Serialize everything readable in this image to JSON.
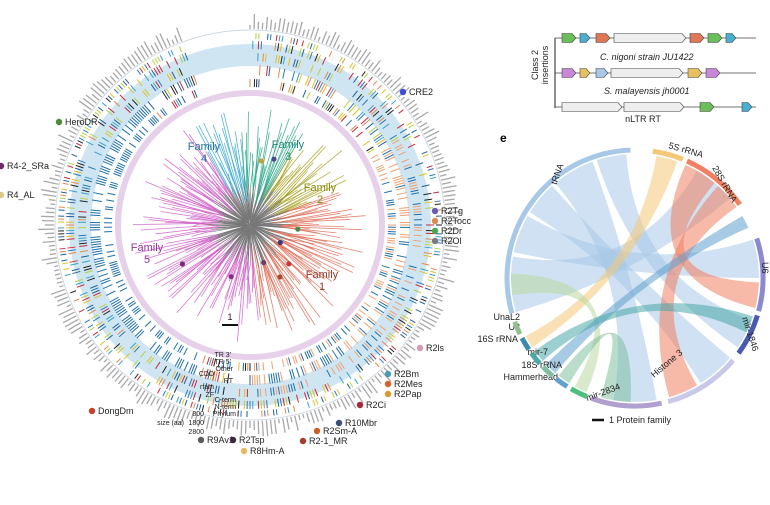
{
  "left_panel": {
    "families": [
      {
        "label": "Family\n4",
        "color": "#1d6fa0"
      },
      {
        "label": "Family\n3",
        "color": "#1a8a72"
      },
      {
        "label": "Family\n2",
        "color": "#8a8a10"
      },
      {
        "label": "Family\n5",
        "color": "#9a2f9a"
      },
      {
        "label": "Family\n1",
        "color": "#8a3a2a"
      }
    ],
    "scale_label": "1",
    "track_labels": [
      "TR 3'",
      "TR 5'",
      "Other",
      "CDD",
      "RT",
      "rfam",
      "ZF",
      "C-term",
      "N-term",
      "Phylum"
    ],
    "size_title": "size (aa)",
    "size_ticks": [
      "800",
      "1800",
      "2800"
    ],
    "element_labels": [
      {
        "text": "CRE2",
        "color": "#3b4bdc"
      },
      {
        "text": "HeroDR",
        "color": "#4a8a3a"
      },
      {
        "text": "R4-2_SRa",
        "color": "#6a2a6a"
      },
      {
        "text": "R4_AL",
        "color": "#d8c88a"
      },
      {
        "text": "R2Tg",
        "color": "#6a5ab0"
      },
      {
        "text": "R2Tocc",
        "color": "#e08a50"
      },
      {
        "text": "R2Dr",
        "color": "#4aa84a"
      },
      {
        "text": "R2Ol",
        "color": "#7a7a8a"
      },
      {
        "text": "R2ls",
        "color": "#d898b8"
      },
      {
        "text": "R2Bm",
        "color": "#4a9ab8"
      },
      {
        "text": "R2Mes",
        "color": "#d8602a"
      },
      {
        "text": "R2Pap",
        "color": "#d89a30"
      },
      {
        "text": "R2Ci",
        "color": "#a82a3a"
      },
      {
        "text": "R10Mbr",
        "color": "#3a4a7a"
      },
      {
        "text": "R2Sm-A",
        "color": "#c8602a"
      },
      {
        "text": "DongDm",
        "color": "#c8402a"
      },
      {
        "text": "R9Av1",
        "color": "#5a5a5a"
      },
      {
        "text": "R2Tsp",
        "color": "#3a2a3a"
      },
      {
        "text": "R2-1_MR",
        "color": "#a83a2a"
      },
      {
        "text": "R8Hm-A",
        "color": "#e8b860"
      }
    ]
  },
  "right_top": {
    "side_label_line1": "Class 2",
    "side_label_line2": "insertions",
    "rows": [
      {
        "name": ""
      },
      {
        "name": "C. nigoni strain JU1422"
      },
      {
        "name": "S. malayensis jh0001"
      }
    ],
    "bottom_label": "nLTR RT"
  },
  "panel_e": {
    "letter": "e",
    "segments": [
      {
        "name": "5S rRNA",
        "color": "#f4c878"
      },
      {
        "name": "28S rRNA",
        "color": "#f08060"
      },
      {
        "name": "U6",
        "color": "#8a8ad0"
      },
      {
        "name": "mir-1846",
        "color": "#4a5ab0"
      },
      {
        "name": "Histone 3",
        "color": "#c8c8e8"
      },
      {
        "name": "mir-2834",
        "color": "#b0a0d0"
      },
      {
        "name": "Hammerhead",
        "color": "#50c080"
      },
      {
        "name": "18S rRNA",
        "color": "#60a0d0"
      },
      {
        "name": "mir-7",
        "color": "#80c0a0"
      },
      {
        "name": "16S rRNA",
        "color": "#4aa8a8"
      },
      {
        "name": "U2",
        "color": "#3a8ab0"
      },
      {
        "name": "UnaL2",
        "color": "#90c090"
      },
      {
        "name": "tRNA",
        "color": "#a8c8e8"
      }
    ],
    "legend_label": "1 Protein family",
    "colors": {
      "tRNA": "#a8c8e8",
      "28S": "#f08060",
      "5S": "#f4c878"
    }
  }
}
